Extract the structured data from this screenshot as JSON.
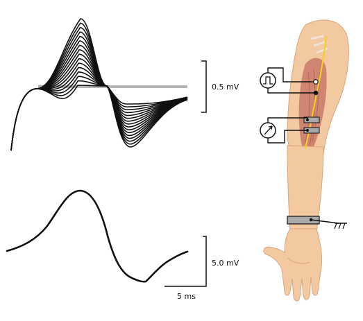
{
  "figure": {
    "top_scale_label": "0.5 mV",
    "bottom_scale_label": "5.0 mV",
    "time_scale_label": "5 ms"
  },
  "traces": {
    "top_sweep_count": 16,
    "trace_color": "#111111",
    "baseline_color": "#b5b5b5"
  },
  "colors": {
    "skin": "#f3c9a1",
    "skin_shade": "#dca77b",
    "muscle": "#c9786a",
    "nerve": "#f2d21b",
    "electrode": "#a9a9a9"
  },
  "icons": {
    "stimulator": "square-pulse-icon",
    "meter": "gauge-needle-icon",
    "ground": "ground-symbol-icon"
  }
}
